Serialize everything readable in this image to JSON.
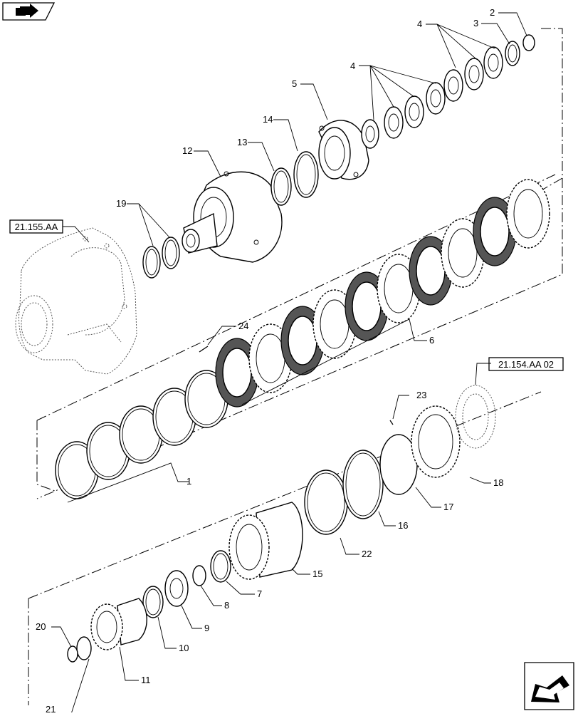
{
  "refs": {
    "r1": "21.155.AA",
    "r2": "21.154.AA 02"
  },
  "callouts": [
    "1",
    "2",
    "3",
    "4",
    "4",
    "5",
    "6",
    "7",
    "8",
    "9",
    "10",
    "11",
    "12",
    "13",
    "14",
    "15",
    "16",
    "17",
    "18",
    "19",
    "20",
    "21",
    "22",
    "23",
    "24"
  ],
  "icons": {
    "top_left": "book-arrow-icon",
    "bottom_right": "next-page-arrow-icon"
  }
}
